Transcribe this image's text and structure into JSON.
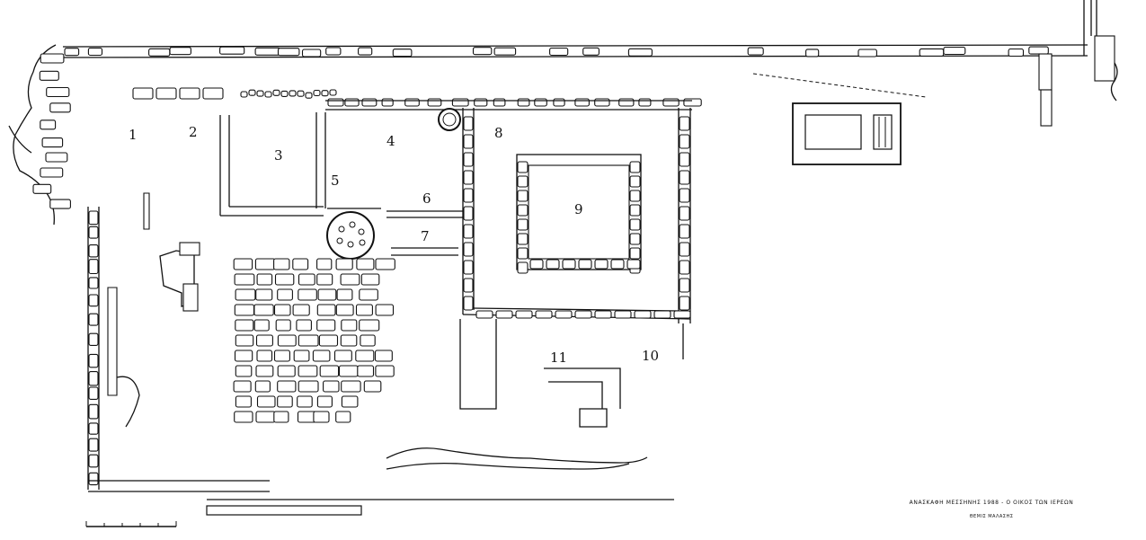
{
  "title": "ΑΝΑΣΚΑΦΗ ΜΕΣΣΗΝΗΣ 1988 - Ο ΟΙΚΟΣ ΤΩΝ ΙΕΡΕΩΝ",
  "subtitle": "ΘΕΜΙΣ ΜΑΛΑΣΗΣ",
  "rooms": [
    {
      "label": "1"
    },
    {
      "label": "2"
    },
    {
      "label": "3"
    },
    {
      "label": "4"
    },
    {
      "label": "5"
    },
    {
      "label": "6"
    },
    {
      "label": "7"
    },
    {
      "label": "8"
    },
    {
      "label": "9"
    },
    {
      "label": "10"
    },
    {
      "label": "11"
    }
  ]
}
